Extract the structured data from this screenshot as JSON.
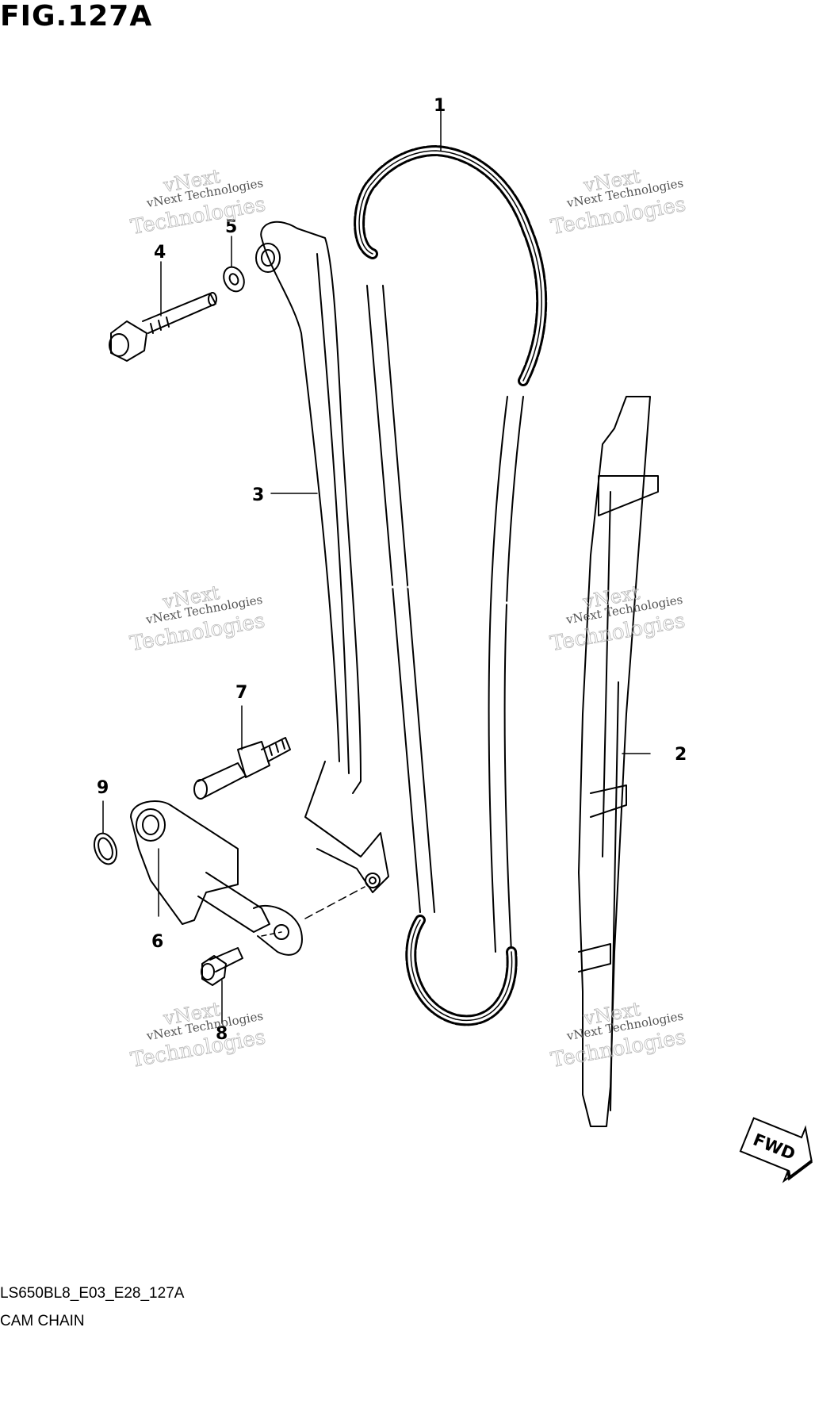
{
  "figure": {
    "title": "FIG.127A",
    "code": "LS650BL8_E03_E28_127A",
    "caption": "CAM CHAIN"
  },
  "callouts": [
    "1",
    "2",
    "3",
    "4",
    "5",
    "6",
    "7",
    "8",
    "9"
  ],
  "watermark": {
    "line1": "vNext",
    "line2": "vNext Technologies",
    "line3": "Technologies"
  },
  "direction_label": "FWD"
}
